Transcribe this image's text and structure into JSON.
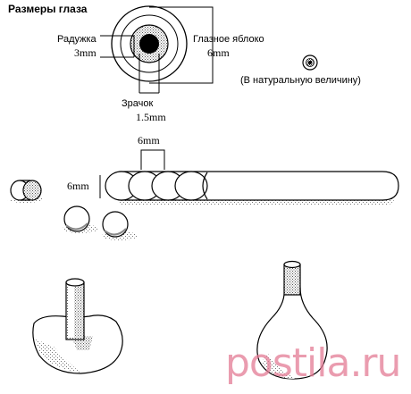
{
  "diagram": {
    "title": "Размеры глаза",
    "labels": {
      "iris": "Радужка",
      "iris_size": "3mm",
      "eyeball": "Глазное яблоко",
      "eyeball_size": "6mm",
      "pupil": "Зрачок",
      "pupil_size": "1.5mm",
      "natural_size": "(В натуральную величину)",
      "rod_segment_size": "6mm",
      "rod_side_size": "6mm"
    }
  },
  "watermark": "postila.ru",
  "colors": {
    "ink": "#000000",
    "stipple": "#8a8a8a",
    "watermark": "#e47b95"
  }
}
